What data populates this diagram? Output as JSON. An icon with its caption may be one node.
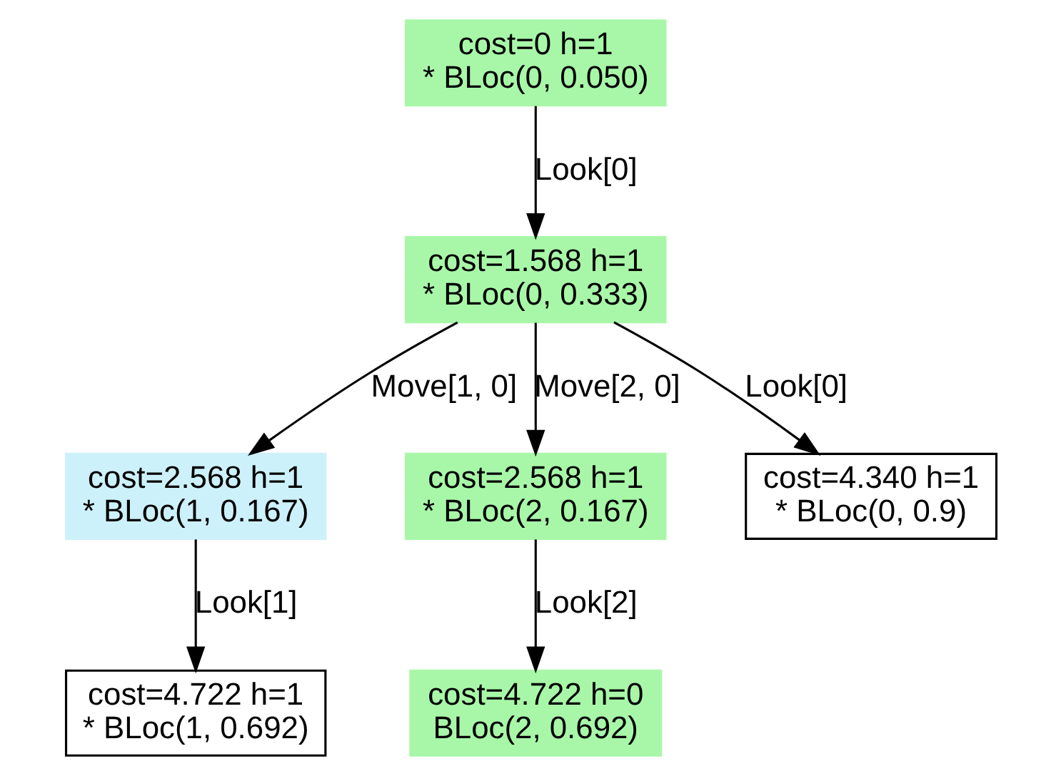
{
  "diagram": {
    "nodes": [
      {
        "text": [
          "cost=0 h=1",
          "* BLoc(0, 0.050)"
        ]
      },
      {
        "text": [
          "cost=1.568 h=1",
          "* BLoc(0, 0.333)"
        ]
      },
      {
        "text": [
          "cost=2.568 h=1",
          "* BLoc(1, 0.167)"
        ]
      },
      {
        "text": [
          "cost=2.568 h=1",
          "* BLoc(2, 0.167)"
        ]
      },
      {
        "text": [
          "cost=4.340 h=1",
          "* BLoc(0, 0.9)"
        ]
      },
      {
        "text": [
          "cost=4.722 h=1",
          "* BLoc(1, 0.692)"
        ]
      },
      {
        "text": [
          "cost=4.722 h=0",
          "BLoc(2, 0.692)"
        ]
      }
    ],
    "edges": [
      {
        "from": 0,
        "to": 1,
        "arrow": "to",
        "label": "Look[0]"
      },
      {
        "from": 1,
        "to": 2,
        "arrow": "to",
        "label": "Move[1, 0]"
      },
      {
        "from": 1,
        "to": 3,
        "arrow": "to",
        "label": "Move[2, 0]"
      },
      {
        "from": 1,
        "to": 4,
        "arrow": "to",
        "label": "Look[0]"
      },
      {
        "from": 2,
        "to": 5,
        "arrow": "to",
        "label": "Look[1]"
      },
      {
        "from": 3,
        "to": 6,
        "arrow": "to",
        "label": "Look[2]"
      }
    ]
  }
}
